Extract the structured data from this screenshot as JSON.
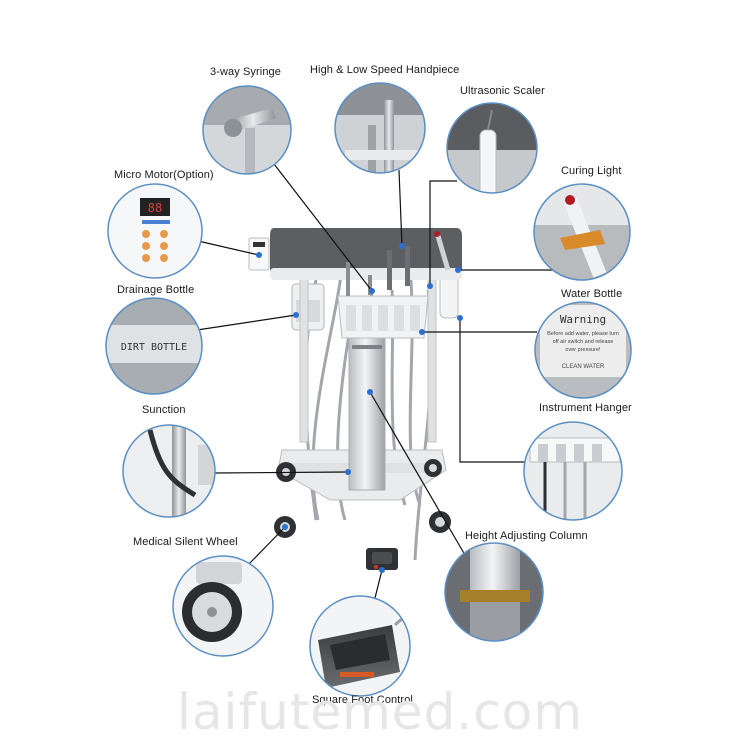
{
  "labels": {
    "syringe": "3-way Syringe",
    "handpiece": "High & Low Speed Handpiece",
    "scaler": "Ultrasonic Scaler",
    "curing_light": "Curing Light",
    "micro_motor": "Micro Motor(Option)",
    "drainage_bottle": "Drainage Bottle",
    "water_bottle": "Water Bottle",
    "suction": "Sunction",
    "instrument_hanger": "Instrument Hanger",
    "wheel": "Medical Silent Wheel",
    "height_column": "Height Adjusting Column",
    "foot_control": "Square Foot Control"
  },
  "close_ups": {
    "dirt_bottle_text": "DIRT BOTTLE",
    "warning_title": "Warning",
    "warning_body_1": "Before add water, please turn",
    "warning_body_2": "off air switch and release",
    "warning_body_3": "over pressure!",
    "clean_water": "CLEAN WATER",
    "motor_display": "88"
  },
  "watermark": "laifutemed.com",
  "colors": {
    "circle_border": "#5b8fc4",
    "leader_line": "#111111",
    "dot": "#2a6fd1",
    "tray": "#5a5c60",
    "frame": "#d9dcde",
    "hose": "#9a9ea2"
  }
}
